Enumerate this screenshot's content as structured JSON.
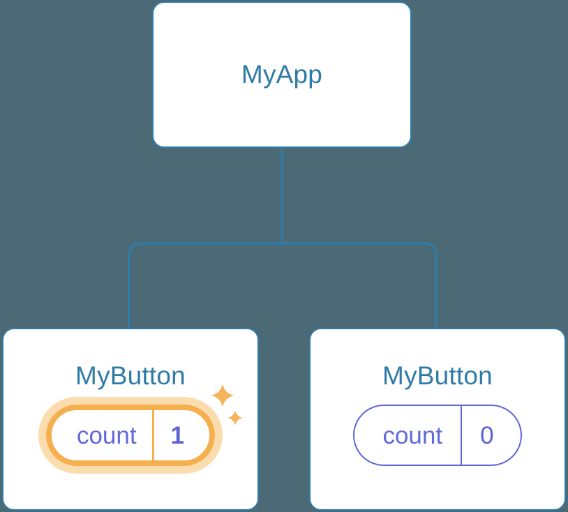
{
  "diagram": {
    "type": "component-tree",
    "background_color": "#4c6a76",
    "accent_border_color": "#2f7cab",
    "title_text_color": "#2e7ba6",
    "state_text_color": "#5b63d3",
    "highlight_color": "#f5af4e",
    "highlight_glow_color": "#fbdcae"
  },
  "root": {
    "name": "MyApp"
  },
  "children": [
    {
      "name": "MyButton",
      "state_key": "count",
      "state_value": "1",
      "highlighted": true,
      "sparkle_count": 2
    },
    {
      "name": "MyButton",
      "state_key": "count",
      "state_value": "0",
      "highlighted": false,
      "sparkle_count": 0
    }
  ],
  "icons": {
    "sparkle_large": "sparkle-icon",
    "sparkle_small": "sparkle-small-icon"
  }
}
